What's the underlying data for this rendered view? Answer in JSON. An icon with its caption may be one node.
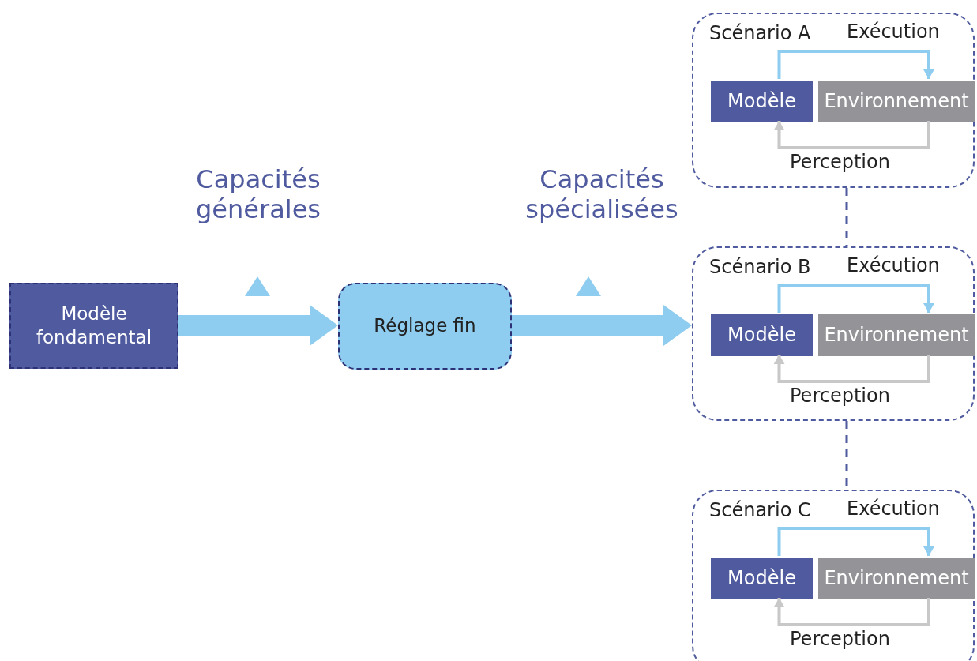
{
  "diagram": {
    "nodes": [
      {
        "text": [
          "Modèle fondamental"
        ]
      },
      {
        "text": [
          "Réglage fin"
        ]
      },
      {
        "text": [
          "Scénario A"
        ]
      },
      {
        "text": [
          "Modèle"
        ],
        "in": 2
      },
      {
        "text": [
          "Environnement"
        ],
        "in": 2
      },
      {
        "text": [
          "Scénario B"
        ]
      },
      {
        "text": [
          "Modèle"
        ],
        "in": 5
      },
      {
        "text": [
          "Environnement"
        ],
        "in": 5
      },
      {
        "text": [
          "Scénario C"
        ]
      },
      {
        "text": [
          "Modèle"
        ],
        "in": 8
      },
      {
        "text": [
          "Environnement"
        ],
        "in": 8
      }
    ],
    "edges": [
      {
        "from": 0,
        "to": 1,
        "arrow": "to",
        "label": "Capacités générales",
        "style": "thick"
      },
      {
        "from": 1,
        "to": 5,
        "arrow": "to",
        "label": "Capacités spécialisées",
        "style": "thick"
      },
      {
        "from": 3,
        "to": 4,
        "arrow": "to",
        "label": "Exécution"
      },
      {
        "from": 4,
        "to": 3,
        "arrow": "to",
        "label": "Perception",
        "color": "#c8c8c8"
      },
      {
        "from": 2,
        "to": 5,
        "arrow": "none",
        "style": "dashed",
        "color": "#4f5b9e"
      },
      {
        "from": 6,
        "to": 7,
        "arrow": "to",
        "label": "Exécution"
      },
      {
        "from": 7,
        "to": 6,
        "arrow": "to",
        "label": "Perception",
        "color": "#c8c8c8"
      },
      {
        "from": 5,
        "to": 8,
        "arrow": "none",
        "style": "dashed",
        "color": "#4f5b9e"
      },
      {
        "from": 9,
        "to": 10,
        "arrow": "to",
        "label": "Exécution"
      },
      {
        "from": 10,
        "to": 9,
        "arrow": "to",
        "label": "Perception",
        "color": "#c8c8c8"
      }
    ]
  }
}
